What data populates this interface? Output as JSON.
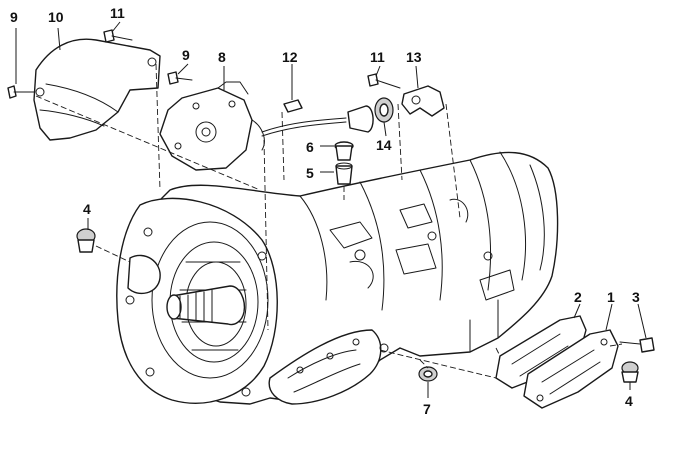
{
  "diagram": {
    "callouts": [
      {
        "id": "c9a",
        "text": "9"
      },
      {
        "id": "c10",
        "text": "10"
      },
      {
        "id": "c11a",
        "text": "11"
      },
      {
        "id": "c9b",
        "text": "9"
      },
      {
        "id": "c8",
        "text": "8"
      },
      {
        "id": "c12",
        "text": "12"
      },
      {
        "id": "c11b",
        "text": "11"
      },
      {
        "id": "c13",
        "text": "13"
      },
      {
        "id": "c14",
        "text": "14"
      },
      {
        "id": "c6",
        "text": "6"
      },
      {
        "id": "c5",
        "text": "5"
      },
      {
        "id": "c4a",
        "text": "4"
      },
      {
        "id": "c2",
        "text": "2"
      },
      {
        "id": "c1",
        "text": "1"
      },
      {
        "id": "c3",
        "text": "3"
      },
      {
        "id": "c4b",
        "text": "4"
      },
      {
        "id": "c7",
        "text": "7"
      }
    ]
  }
}
